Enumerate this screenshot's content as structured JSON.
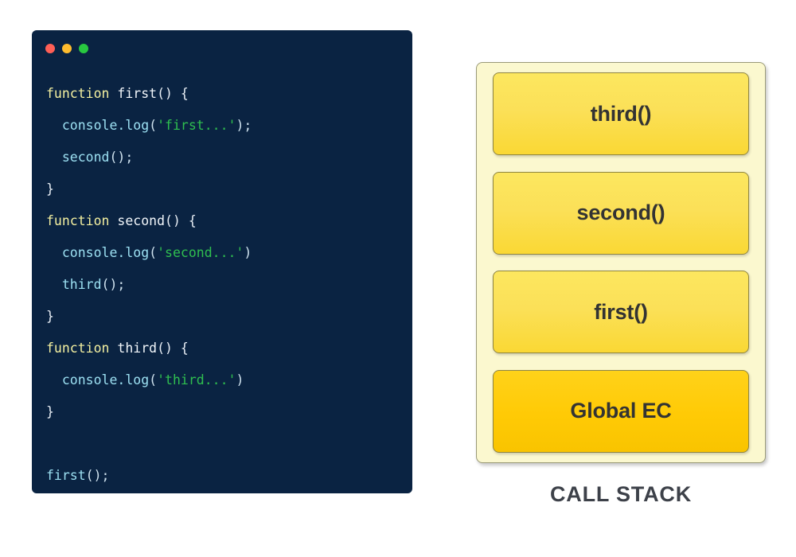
{
  "editor": {
    "window_controls": [
      {
        "name": "close-dot",
        "color": "#ff5f56"
      },
      {
        "name": "minimize-dot",
        "color": "#febc2e"
      },
      {
        "name": "maximize-dot",
        "color": "#28c840"
      }
    ],
    "background_color": "#0a2342",
    "language": "javascript",
    "code_text": "function first() {\n  console.log('first...');\n  second();\n}\nfunction second() {\n  console.log('second...')\n  third();\n}\nfunction third() {\n  console.log('third...')\n}\n\nfirst();",
    "lines": [
      {
        "n": 1,
        "tokens": [
          {
            "t": "function",
            "c": "kw"
          },
          {
            "t": " ",
            "c": "plain"
          },
          {
            "t": "first",
            "c": "name"
          },
          {
            "t": "() {",
            "c": "plain"
          }
        ]
      },
      {
        "n": 2,
        "tokens": [
          {
            "t": "  ",
            "c": "plain"
          },
          {
            "t": "console.log",
            "c": "fn"
          },
          {
            "t": "(",
            "c": "punct"
          },
          {
            "t": "'first...'",
            "c": "str"
          },
          {
            "t": ");",
            "c": "punct"
          }
        ]
      },
      {
        "n": 3,
        "tokens": [
          {
            "t": "  ",
            "c": "plain"
          },
          {
            "t": "second",
            "c": "fn"
          },
          {
            "t": "();",
            "c": "punct"
          }
        ]
      },
      {
        "n": 4,
        "tokens": [
          {
            "t": "}",
            "c": "plain"
          }
        ]
      },
      {
        "n": 5,
        "tokens": [
          {
            "t": "function",
            "c": "kw"
          },
          {
            "t": " ",
            "c": "plain"
          },
          {
            "t": "second",
            "c": "name"
          },
          {
            "t": "() {",
            "c": "plain"
          }
        ]
      },
      {
        "n": 6,
        "tokens": [
          {
            "t": "  ",
            "c": "plain"
          },
          {
            "t": "console.log",
            "c": "fn"
          },
          {
            "t": "(",
            "c": "punct"
          },
          {
            "t": "'second...'",
            "c": "str"
          },
          {
            "t": ")",
            "c": "punct"
          }
        ]
      },
      {
        "n": 7,
        "tokens": [
          {
            "t": "  ",
            "c": "plain"
          },
          {
            "t": "third",
            "c": "fn"
          },
          {
            "t": "();",
            "c": "punct"
          }
        ]
      },
      {
        "n": 8,
        "tokens": [
          {
            "t": "}",
            "c": "plain"
          }
        ]
      },
      {
        "n": 9,
        "tokens": [
          {
            "t": "function",
            "c": "kw"
          },
          {
            "t": " ",
            "c": "plain"
          },
          {
            "t": "third",
            "c": "name"
          },
          {
            "t": "() {",
            "c": "plain"
          }
        ]
      },
      {
        "n": 10,
        "tokens": [
          {
            "t": "  ",
            "c": "plain"
          },
          {
            "t": "console.log",
            "c": "fn"
          },
          {
            "t": "(",
            "c": "punct"
          },
          {
            "t": "'third...'",
            "c": "str"
          },
          {
            "t": ")",
            "c": "punct"
          }
        ]
      },
      {
        "n": 11,
        "tokens": [
          {
            "t": "}",
            "c": "plain"
          }
        ]
      },
      {
        "n": 12,
        "tokens": [
          {
            "t": "",
            "c": "plain"
          }
        ]
      },
      {
        "n": 13,
        "tokens": [
          {
            "t": "first",
            "c": "fn"
          },
          {
            "t": "();",
            "c": "punct"
          }
        ]
      }
    ],
    "syntax_colors": {
      "keyword": "#f4f0a0",
      "identifier": "#f2f6fa",
      "function_call": "#9ce0f2",
      "punctuation": "#cfe2ee",
      "string": "#2fbf4f"
    }
  },
  "call_stack": {
    "label": "CALL STACK",
    "label_color": "#3d4149",
    "container_color": "#fbf8cf",
    "frames": [
      {
        "label": "third()",
        "style": "light",
        "color": "#fbe058"
      },
      {
        "label": "second()",
        "style": "light",
        "color": "#fbe058"
      },
      {
        "label": "first()",
        "style": "light",
        "color": "#fbe058"
      },
      {
        "label": "Global EC",
        "style": "strong",
        "color": "#ffca05"
      }
    ]
  }
}
